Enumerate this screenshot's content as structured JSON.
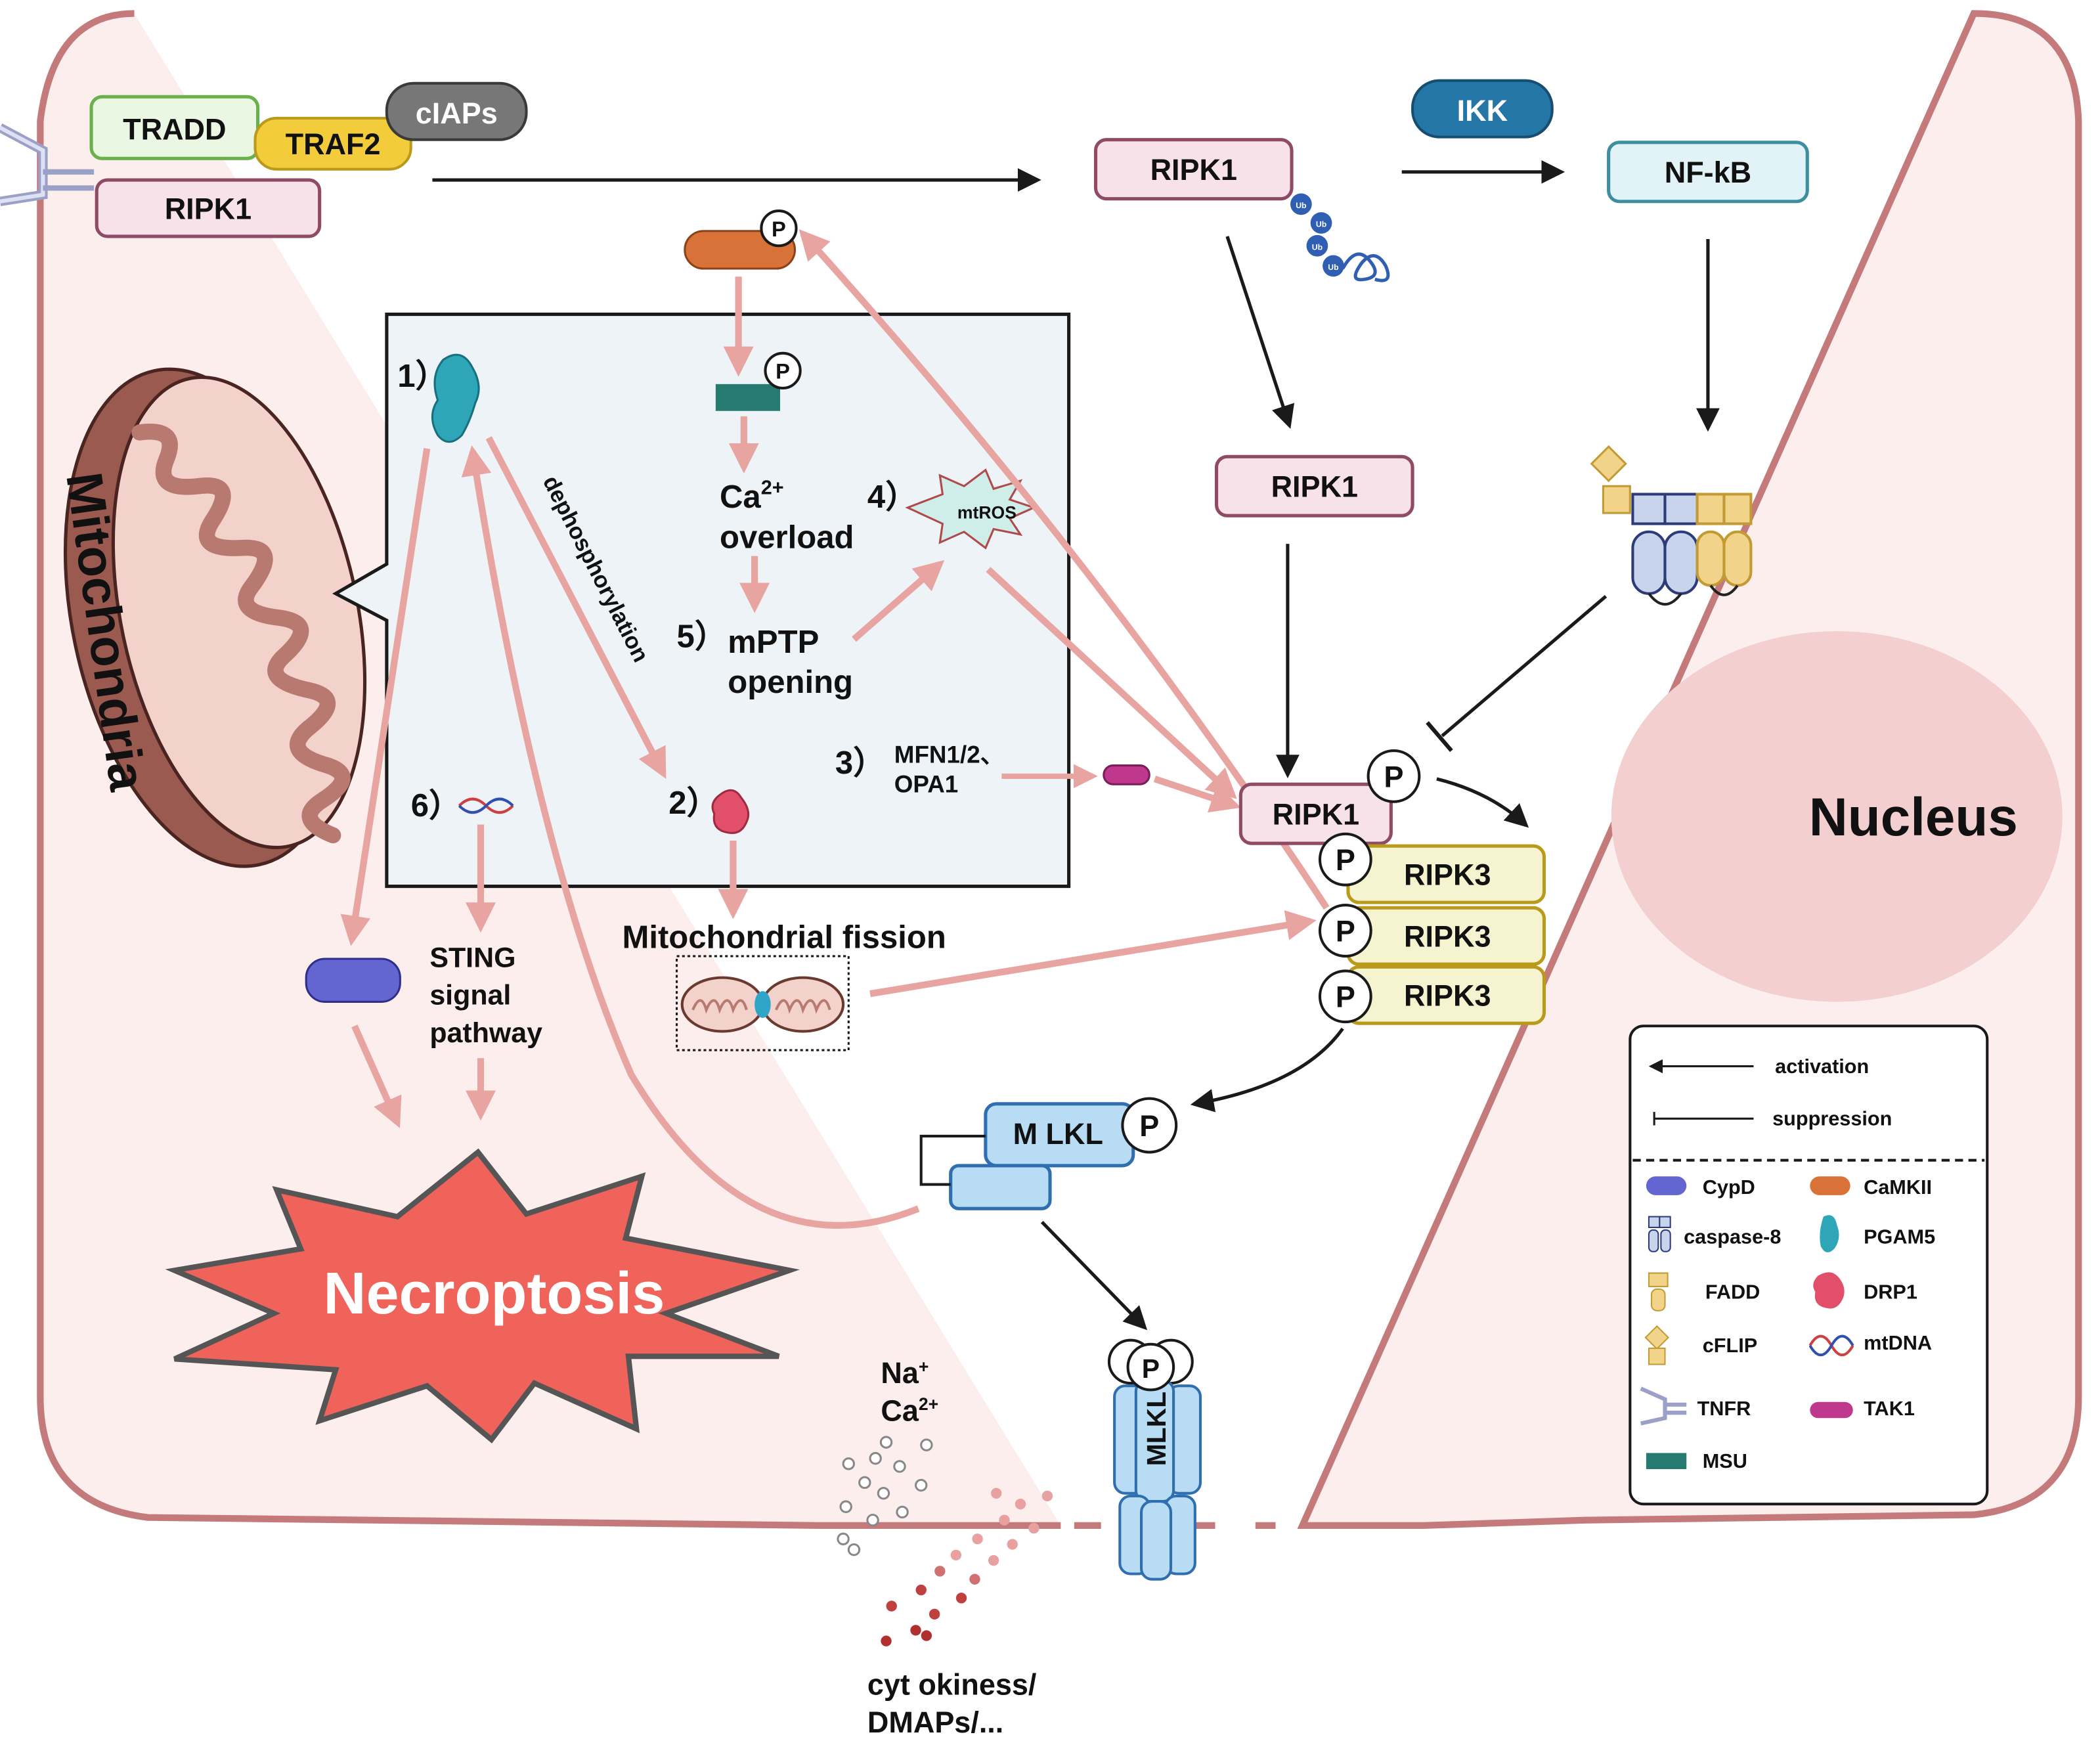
{
  "receptor_complex": {
    "tradd": "TRADD",
    "traf2": "TRAF2",
    "ciaps": "cIAPs",
    "ripk1": "RIPK1"
  },
  "top_path": {
    "ripk1": "RIPK1",
    "ikk": "IKK",
    "nfkb": "NF-kB",
    "ub": "Ub"
  },
  "mid_ripk1": "RIPK1",
  "phos_label": "P",
  "mito_box": {
    "step1": "1）",
    "step2": "2）",
    "step3": "3）",
    "step3_text_a": "MFN1/2、",
    "step3_text_b": "OPA1",
    "step4": "4）",
    "mtros": "mtROS",
    "step5": "5）",
    "mptp_a": "mPTP",
    "mptp_b": "opening",
    "step6": "6）",
    "ca_base": "Ca",
    "ca_sup": "2+",
    "overload": "overload",
    "dephos": "dephosphorylation"
  },
  "mitochondria_label": "Mitochondria",
  "mito_fission": "Mitochondrial fission",
  "sting": [
    "STING",
    "signal",
    "pathway"
  ],
  "necrosome": {
    "ripk1": "RIPK1",
    "ripk3": "RIPK3"
  },
  "mlkl": {
    "dimer": "M LKL",
    "pore": "MLKL"
  },
  "necroptosis": "Necroptosis",
  "nucleus": "Nucleus",
  "ions": {
    "na": "Na",
    "na_sup": "+",
    "ca": "Ca",
    "ca_sup": "2+"
  },
  "release": [
    "cyt okiness/",
    "DMAPs/..."
  ],
  "legend": {
    "activation": "activation",
    "suppression": "suppression",
    "items": [
      "CypD",
      "CaMKII",
      "caspase-8",
      "PGAM5",
      "FADD",
      "DRP1",
      "cFLIP",
      "mtDNA",
      "TNFR",
      "TAK1",
      "MSU"
    ]
  },
  "colors": {
    "cell_fill": "#fdeeee",
    "cell_border": "#c47a7a",
    "pink_arrow": "#e8a4a0",
    "necroptosis_fill": "#f0635b",
    "nucleus_fill": "#f3cfcf",
    "ripk3_fill": "#f5f3d0",
    "ripk1_fill": "#f8e2ea",
    "mlkl_fill": "#b9dcf5",
    "cypd": "#6366d1",
    "camkii": "#d97238",
    "pgam5": "#2fa5b8",
    "drp1": "#e24f6a",
    "msu": "#267a70",
    "tak1": "#c0388d",
    "ikk": "#2476a6"
  }
}
